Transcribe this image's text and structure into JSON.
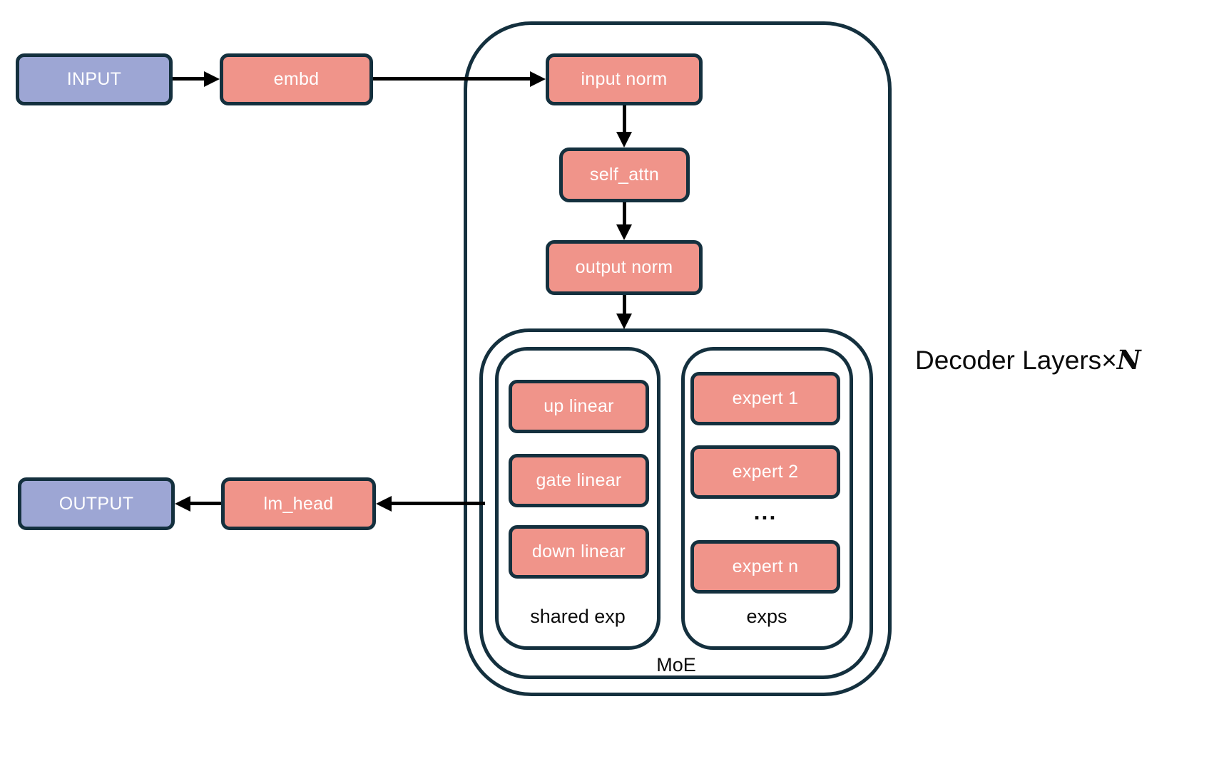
{
  "colors": {
    "node_purple": "#9DA6D4",
    "node_salmon": "#F0948A",
    "border_navy": "#14303E",
    "arrow_black": "#000000",
    "background": "#FFFFFF"
  },
  "nodes": {
    "input": "INPUT",
    "embd": "embd",
    "input_norm": "input norm",
    "self_attn": "self_attn",
    "output_norm": "output norm",
    "up_linear": "up linear",
    "gate_linear": "gate linear",
    "down_linear": "down linear",
    "expert_1": "expert 1",
    "expert_2": "expert 2",
    "experts_ellipsis": "...",
    "expert_n": "expert n",
    "lm_head": "lm_head",
    "output": "OUTPUT"
  },
  "groups": {
    "shared_exp": "shared exp",
    "exps": "exps",
    "moe": "MoE"
  },
  "annotation": {
    "decoder_layers": "Decoder Layers",
    "times_symbol": "×",
    "layer_count": "N"
  }
}
